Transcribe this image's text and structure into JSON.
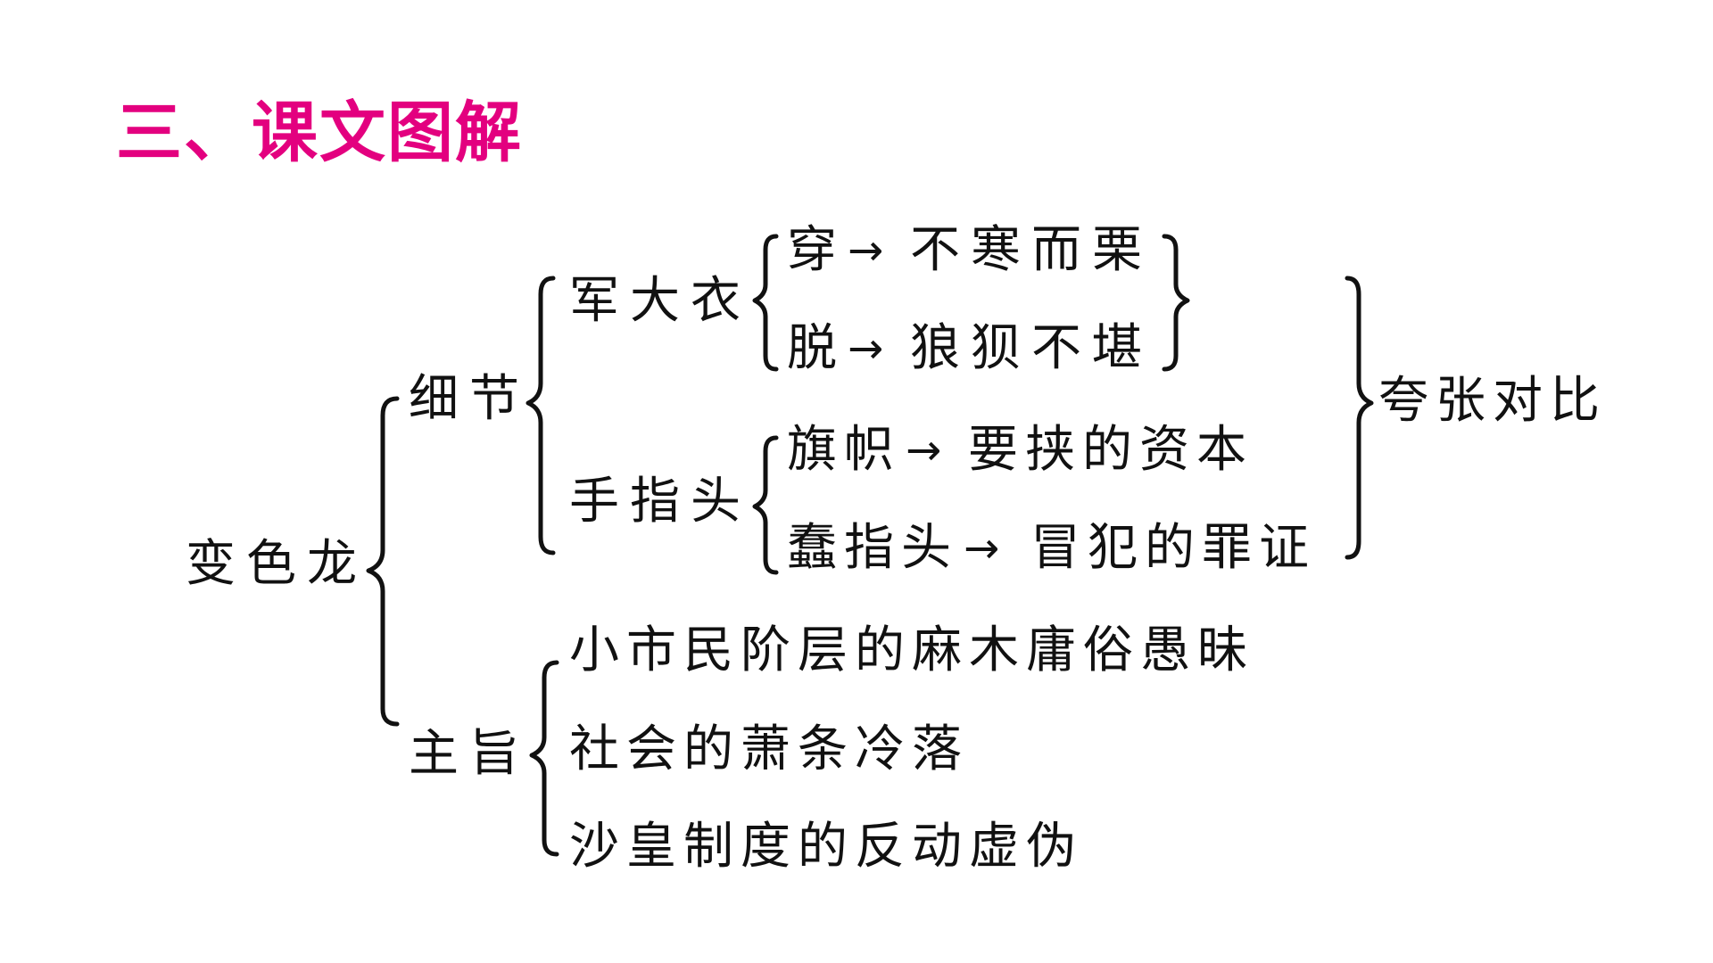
{
  "heading": {
    "text": "三、课文图解",
    "color": "#e3007f"
  },
  "diagram": {
    "root": "变色龙",
    "detail": {
      "label": "细节",
      "coat": {
        "label": "军大衣",
        "wear": {
          "action": "穿",
          "arrow": "→",
          "result": "不寒而栗"
        },
        "remove": {
          "action": "脱",
          "arrow": "→",
          "result": "狼狈不堪"
        }
      },
      "finger": {
        "label": "手指头",
        "flag": {
          "action": "旗帜",
          "arrow": "→",
          "result": "要挟的资本"
        },
        "foolish": {
          "action": "蠢指头",
          "arrow": "→",
          "result": "冒犯的罪证"
        }
      },
      "conclusion": "夸张对比"
    },
    "theme": {
      "label": "主旨",
      "items": [
        "小市民阶层的麻木庸俗愚昧",
        "社会的萧条冷落",
        "沙皇制度的反动虚伪"
      ]
    }
  }
}
